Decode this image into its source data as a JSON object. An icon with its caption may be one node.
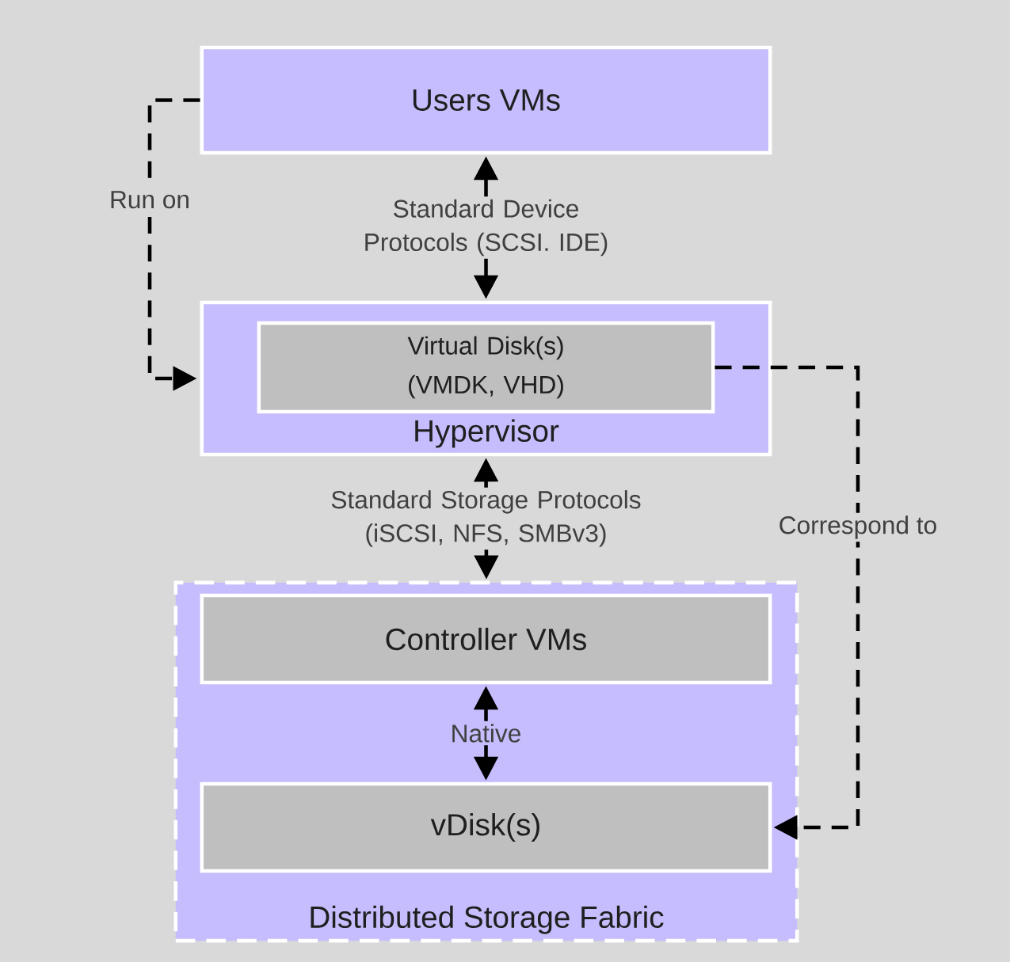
{
  "diagram": {
    "nodes": [
      {
        "text": [
          "Users VMs"
        ]
      },
      {
        "text": [
          "Hypervisor"
        ]
      },
      {
        "text": [
          "Virtual Disk(s) (VMDK, VHD)"
        ],
        "in": 1
      },
      {
        "text": [
          "Distributed Storage Fabric"
        ]
      },
      {
        "text": [
          "Controller VMs"
        ],
        "in": 3
      },
      {
        "text": [
          "vDisk(s)"
        ],
        "in": 3
      }
    ],
    "edges": [
      {
        "from": 0,
        "to": 1,
        "arrow": "both",
        "label": "Standard Device Protocols (SCSI. IDE)"
      },
      {
        "from": 1,
        "to": 3,
        "arrow": "both",
        "label": "Standard Storage Protocols (iSCSI, NFS, SMBv3)"
      },
      {
        "from": 4,
        "to": 5,
        "arrow": "both",
        "label": "Native"
      },
      {
        "from": 0,
        "to": 1,
        "arrow": "to",
        "label": "Run on",
        "style": "dashed"
      },
      {
        "from": 2,
        "to": 5,
        "arrow": "to",
        "label": "Correspond to",
        "style": "dashed"
      }
    ]
  }
}
